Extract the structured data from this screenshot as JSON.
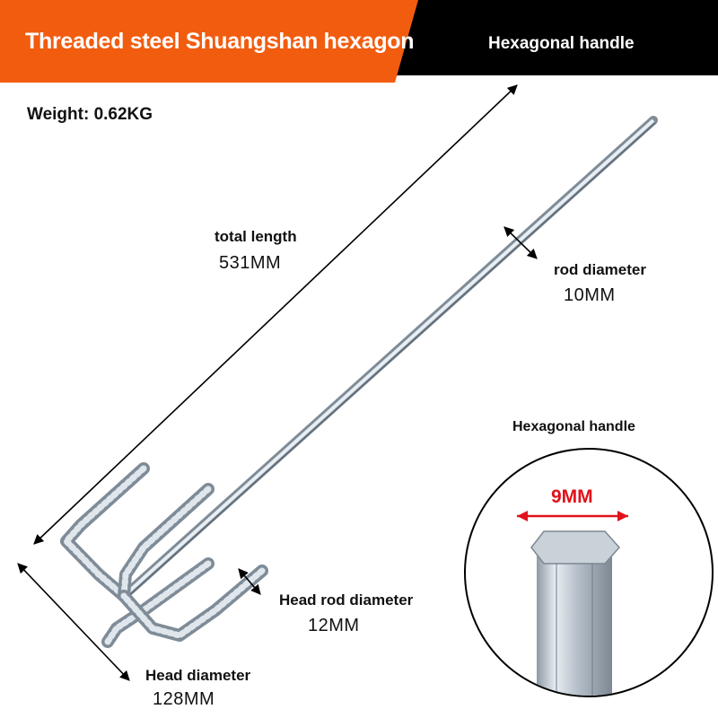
{
  "banner": {
    "title": "Threaded steel Shuangshan hexagon",
    "right_label": "Hexagonal handle",
    "colors": {
      "orange": "#f25c0f",
      "black": "#000000"
    }
  },
  "specs": {
    "weight": "Weight: 0.62KG",
    "total_length": {
      "label": "total length",
      "value": "531MM"
    },
    "rod_diameter": {
      "label": "rod diameter",
      "value": "10MM"
    },
    "head_rod_diameter": {
      "label": "Head rod diameter",
      "value": "12MM"
    },
    "head_diameter": {
      "label": "Head diameter",
      "value": "128MM"
    }
  },
  "inset": {
    "caption": "Hexagonal handle",
    "size": "9MM",
    "accent": "#e0121b"
  }
}
